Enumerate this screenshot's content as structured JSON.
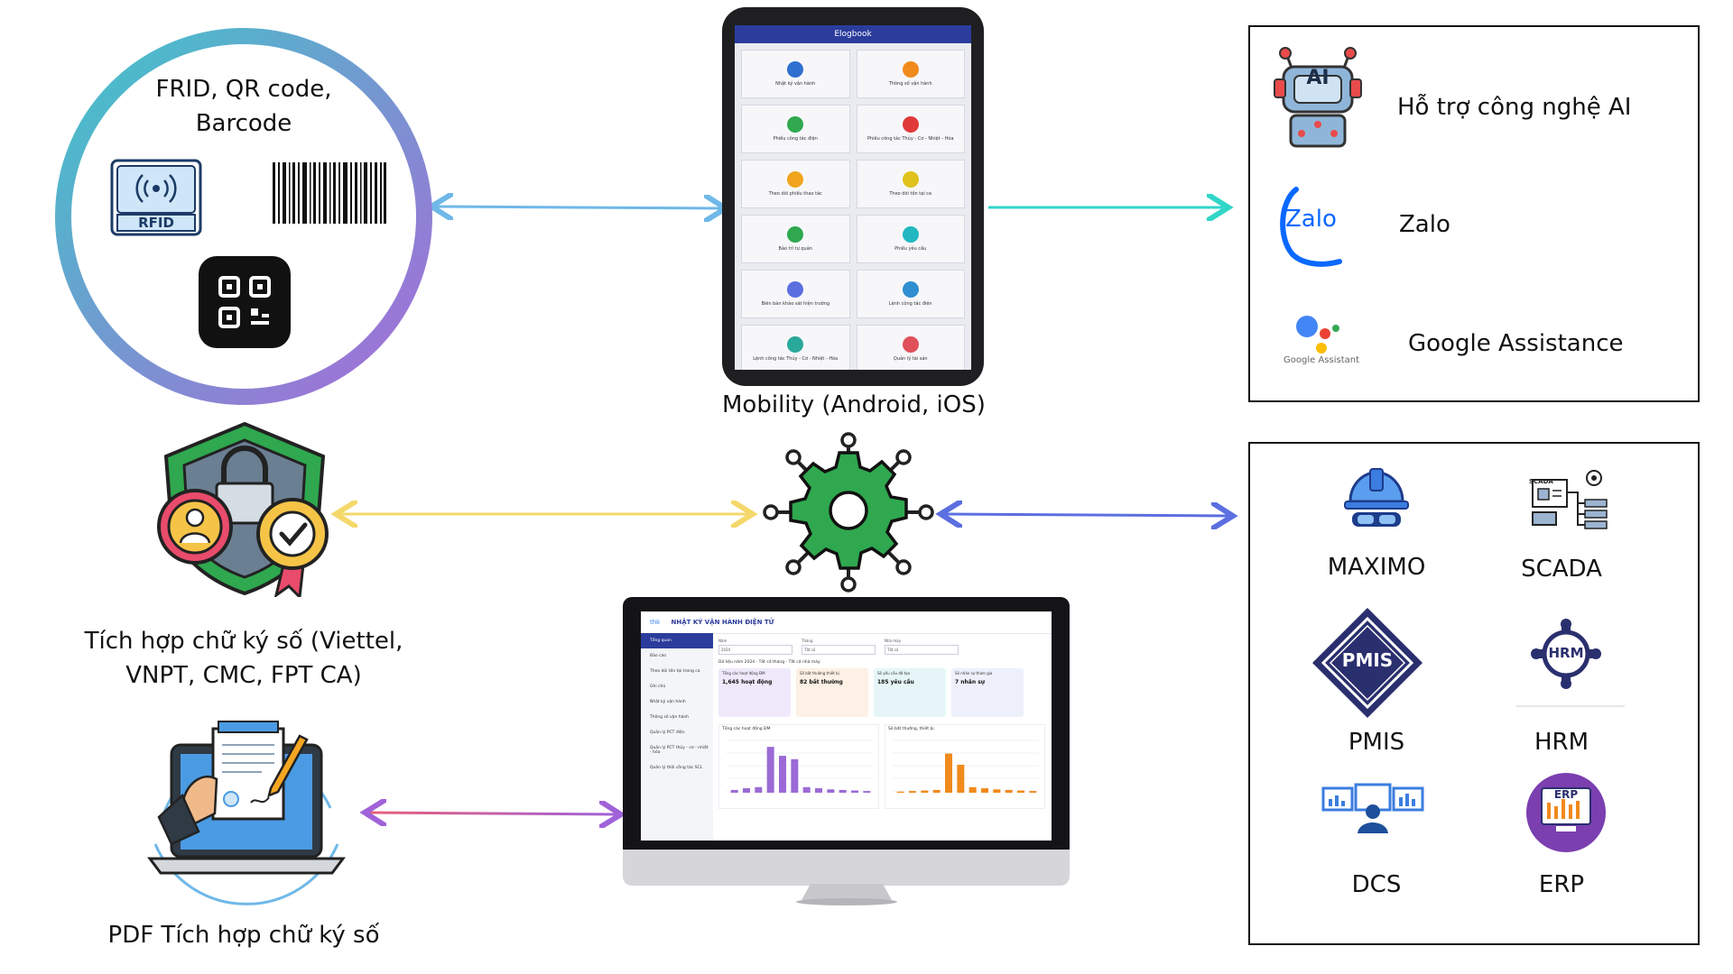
{
  "colors": {
    "teal": "#3fc6c9",
    "purple": "#9b6ad6",
    "blue_arrow": "#6fb8e8",
    "cyan_arrow": "#31d6c8",
    "yellow_arrow": "#f5d86a",
    "indigo_arrow": "#5b6fe0",
    "pink_arrow": "#e8607a",
    "gear_green": "#2fa84f",
    "navy": "#2b3c9c"
  },
  "scan_circle": {
    "title_line1": "FRID, QR code,",
    "title_line2": "Barcode",
    "rfid_label": "RFID"
  },
  "mobile": {
    "label": "Mobility (Android, iOS)",
    "app_title": "Elogbook",
    "tiles": [
      {
        "name": "Nhật ký vận hành",
        "color": "#2f6fd0"
      },
      {
        "name": "Thông số vận hành",
        "color": "#f08a1c"
      },
      {
        "name": "Phiếu công tác điện",
        "color": "#2fa84f"
      },
      {
        "name": "Phiếu công tác Thủy - Cơ - Nhiệt - Hóa",
        "color": "#e03a3a"
      },
      {
        "name": "Theo dõi phiếu thao tác",
        "color": "#f0a51c"
      },
      {
        "name": "Theo dõi tồn tại ca",
        "color": "#e0c21c"
      },
      {
        "name": "Bảo trì tự quản",
        "color": "#2fa84f"
      },
      {
        "name": "Phiếu yêu cầu",
        "color": "#22b8c2"
      },
      {
        "name": "Biên bản khảo sát hiện trường",
        "color": "#5b6fe0"
      },
      {
        "name": "Lệnh công tác điện",
        "color": "#2f8fd0"
      },
      {
        "name": "Lệnh công tác Thủy - Cơ - Nhiệt - Hóa",
        "color": "#2aa89a"
      },
      {
        "name": "Quản lý tài sản",
        "color": "#e0505a"
      }
    ]
  },
  "ai_box": {
    "items": [
      {
        "icon": "robot-ai-icon",
        "label": "Hỗ trợ công nghệ AI",
        "logo_text": "AI"
      },
      {
        "icon": "zalo-icon",
        "label": "Zalo",
        "logo_text": "Zalo"
      },
      {
        "icon": "google-assistant-icon",
        "label": "Google Assistance",
        "logo_text": "Google Assistant"
      }
    ]
  },
  "signature": {
    "label_line1": "Tích hợp chữ ký số (Viettel,",
    "label_line2": "VNPT, CMC, FPT CA)"
  },
  "pdf": {
    "label": "PDF Tích hợp chữ ký số"
  },
  "systems_box": {
    "items": [
      {
        "icon": "helmet-icon",
        "label": "MAXIMO"
      },
      {
        "icon": "scada-icon",
        "label": "SCADA",
        "logo_text": "SCADA"
      },
      {
        "icon": "pmis-icon",
        "label": "PMIS",
        "logo_text": "PMIS"
      },
      {
        "icon": "hrm-icon",
        "label": "HRM",
        "logo_text": "HRM"
      },
      {
        "icon": "dcs-icon",
        "label": "DCS"
      },
      {
        "icon": "erp-icon",
        "label": "ERP",
        "logo_text": "ERP"
      }
    ]
  },
  "desktop": {
    "brand": "thk",
    "title": "NHẬT KÝ VẬN HÀNH ĐIỆN TỬ",
    "menu": [
      "Tổng quan",
      "Báo cáo",
      "Theo dõi tồn tại trong ca",
      "Ghi chú",
      "Nhật ký vận hành",
      "Thông số vận hành",
      "Quản lý PCT điện",
      "Quản lý PCT thủy - cơ - nhiệt - hóa",
      "Quản lý thời công tác SCL"
    ],
    "filters": [
      {
        "label": "Năm",
        "value": "2024"
      },
      {
        "label": "Tháng",
        "value": "Tất cả"
      },
      {
        "label": "Nhà máy",
        "value": "Tất cả"
      }
    ],
    "note": "Dữ liệu năm 2024 - Tất cả tháng - Tất cả nhà máy",
    "cards": [
      {
        "title": "Tổng các hoạt động ĐM",
        "value": "1,645 hoạt động",
        "bg": "#efe9fb"
      },
      {
        "title": "Số bất thường thiết bị",
        "value": "82 bất thường",
        "bg": "#fdf0e4"
      },
      {
        "title": "Số yêu cầu đã tạo",
        "value": "185 yêu cầu",
        "bg": "#e6f6f8"
      },
      {
        "title": "Số nhân sự tham gia",
        "value": "7 nhân sự",
        "bg": "#eef0fb"
      }
    ],
    "chart_titles": [
      "Tổng các hoạt động ĐM",
      "Số bất thường, thiết bị"
    ]
  }
}
